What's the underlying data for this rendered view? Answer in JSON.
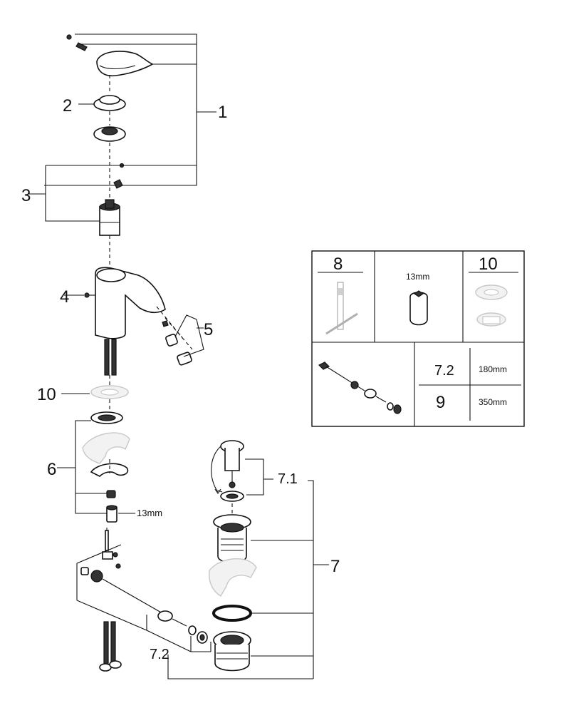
{
  "callouts": {
    "c1": "1",
    "c2": "2",
    "c3": "3",
    "c4": "4",
    "c5": "5",
    "c6": "6",
    "c7": "7",
    "c7_1": "7.1",
    "c7_2": "7.2",
    "c10": "10",
    "size_13mm": "13mm"
  },
  "legend": {
    "c8": "8",
    "c10": "10",
    "wrench_size": "13mm",
    "c7_2": "7.2",
    "c9": "9",
    "len_7_2": "180mm",
    "len_9": "350mm"
  }
}
